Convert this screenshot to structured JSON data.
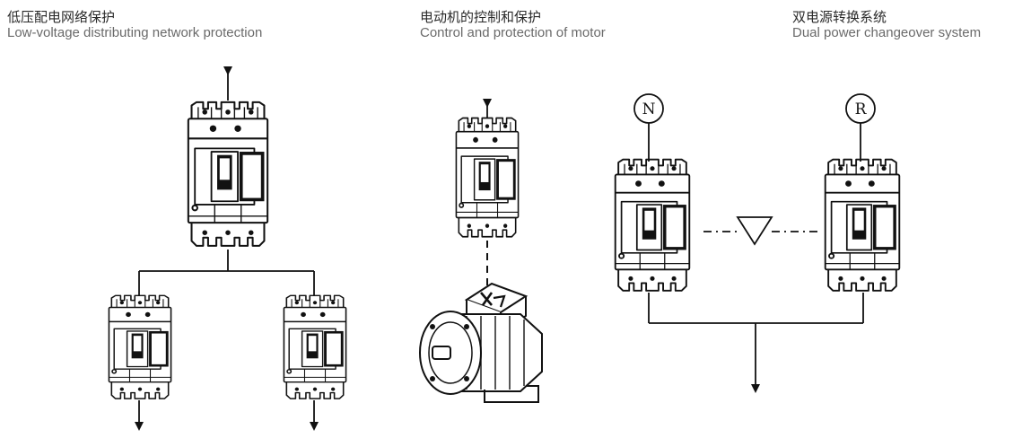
{
  "sections": [
    {
      "title_zh": "低压配电网络保护",
      "title_en": "Low-voltage distributing network protection"
    },
    {
      "title_zh": "电动机的控制和保护",
      "title_en": "Control and protection of motor"
    },
    {
      "title_zh": "双电源转换系统",
      "title_en": "Dual power changeover system"
    }
  ],
  "dual_power": {
    "normal_label": "N",
    "reserve_label": "R"
  },
  "colors": {
    "line": "#111111",
    "text": "#555555"
  }
}
